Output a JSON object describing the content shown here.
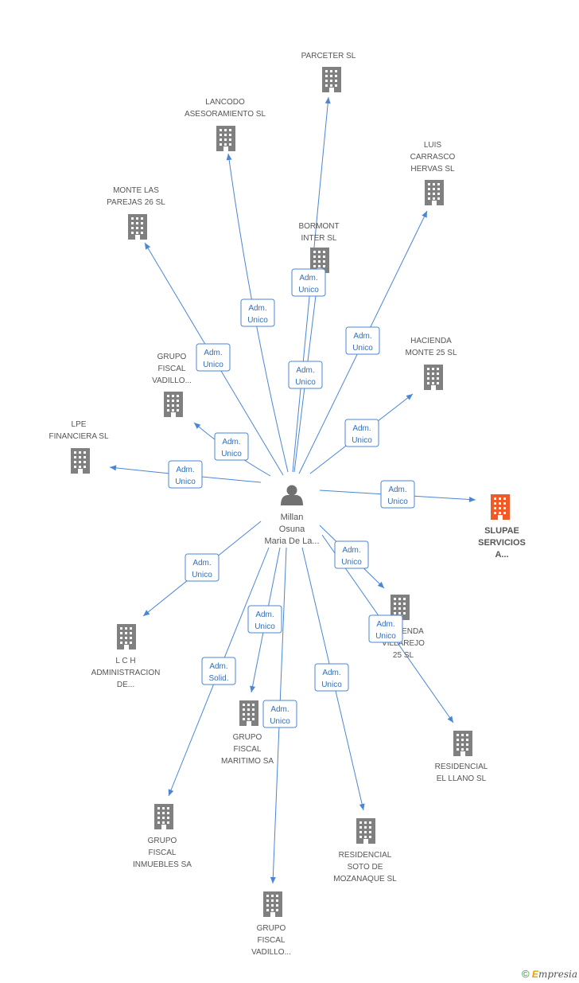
{
  "colors": {
    "edge": "#4a86d4",
    "building": "#808080",
    "building_highlight": "#f05a28",
    "person": "#707070",
    "badge_text": "#2f6fbf"
  },
  "center": {
    "icon": "person-icon",
    "label_lines": [
      "Millan",
      "Osuna",
      "Maria De La..."
    ]
  },
  "companies": [
    {
      "id": "parceter",
      "lines": [
        "PARCETER SL"
      ],
      "highlight": false
    },
    {
      "id": "lancodo",
      "lines": [
        "LANCODO",
        "ASESORAMIENTO SL"
      ],
      "highlight": false
    },
    {
      "id": "luis",
      "lines": [
        "LUIS",
        "CARRASCO",
        "HERVAS SL"
      ],
      "highlight": false
    },
    {
      "id": "monte-parejas",
      "lines": [
        "MONTE LAS",
        "PAREJAS 26 SL"
      ],
      "highlight": false
    },
    {
      "id": "bormont",
      "lines": [
        "BORMONT",
        "INTER SL"
      ],
      "highlight": false
    },
    {
      "id": "hacienda-monte",
      "lines": [
        "HACIENDA",
        "MONTE 25 SL"
      ],
      "highlight": false
    },
    {
      "id": "grupo-fiscal-vadillo-1",
      "lines": [
        "GRUPO",
        "FISCAL",
        "VADILLO..."
      ],
      "highlight": false
    },
    {
      "id": "lpe",
      "lines": [
        "LPE",
        "FINANCIERA SL"
      ],
      "highlight": false
    },
    {
      "id": "slupae",
      "lines": [
        "SLUPAE",
        "SERVICIOS",
        "A..."
      ],
      "highlight": true
    },
    {
      "id": "lch",
      "lines": [
        "L C H",
        "ADMINISTRACION",
        "DE..."
      ],
      "highlight": false
    },
    {
      "id": "hacienda-villarejo",
      "lines": [
        "HACIENDA",
        "VILLAREJO",
        "25 SL"
      ],
      "highlight": false
    },
    {
      "id": "grupo-fiscal-maritimo",
      "lines": [
        "GRUPO",
        "FISCAL",
        "MARITIMO SA"
      ],
      "highlight": false
    },
    {
      "id": "residencial-llano",
      "lines": [
        "RESIDENCIAL",
        "EL LLANO SL"
      ],
      "highlight": false
    },
    {
      "id": "grupo-fiscal-inmuebles",
      "lines": [
        "GRUPO",
        "FISCAL",
        "INMUEBLES SA"
      ],
      "highlight": false
    },
    {
      "id": "residencial-soto",
      "lines": [
        "RESIDENCIAL",
        "SOTO DE",
        "MOZANAQUE SL"
      ],
      "highlight": false
    },
    {
      "id": "grupo-fiscal-vadillo-2",
      "lines": [
        "GRUPO",
        "FISCAL",
        "VADILLO..."
      ],
      "highlight": false
    }
  ],
  "edges": [
    {
      "to": "parceter",
      "role": [
        "Adm.",
        "Unico"
      ]
    },
    {
      "to": "lancodo",
      "role": [
        "Adm.",
        "Unico"
      ]
    },
    {
      "to": "luis",
      "role": [
        "Adm.",
        "Unico"
      ]
    },
    {
      "to": "monte-parejas",
      "role": [
        "Adm.",
        "Unico"
      ]
    },
    {
      "to": "bormont",
      "role": [
        "Adm.",
        "Unico"
      ]
    },
    {
      "to": "hacienda-monte",
      "role": [
        "Adm.",
        "Unico"
      ]
    },
    {
      "to": "grupo-fiscal-vadillo-1",
      "role": [
        "Adm.",
        "Unico"
      ]
    },
    {
      "to": "lpe",
      "role": [
        "Adm.",
        "Unico"
      ]
    },
    {
      "to": "slupae",
      "role": [
        "Adm.",
        "Unico"
      ]
    },
    {
      "to": "lch",
      "role": [
        "Adm.",
        "Unico"
      ]
    },
    {
      "to": "hacienda-villarejo",
      "role": [
        "Adm.",
        "Unico"
      ]
    },
    {
      "to": "grupo-fiscal-maritimo",
      "role": [
        "Adm.",
        "Unico"
      ]
    },
    {
      "to": "residencial-llano",
      "role": [
        "Adm.",
        "Unico"
      ]
    },
    {
      "to": "grupo-fiscal-inmuebles",
      "role": [
        "Adm.",
        "Solid."
      ]
    },
    {
      "to": "residencial-soto",
      "role": [
        "Adm.",
        "Unico"
      ]
    },
    {
      "to": "grupo-fiscal-vadillo-2",
      "role": [
        "Adm.",
        "Unico"
      ]
    }
  ],
  "copyright": {
    "symbol": "©",
    "brand_initial": "E",
    "brand_rest": "mpresia"
  }
}
